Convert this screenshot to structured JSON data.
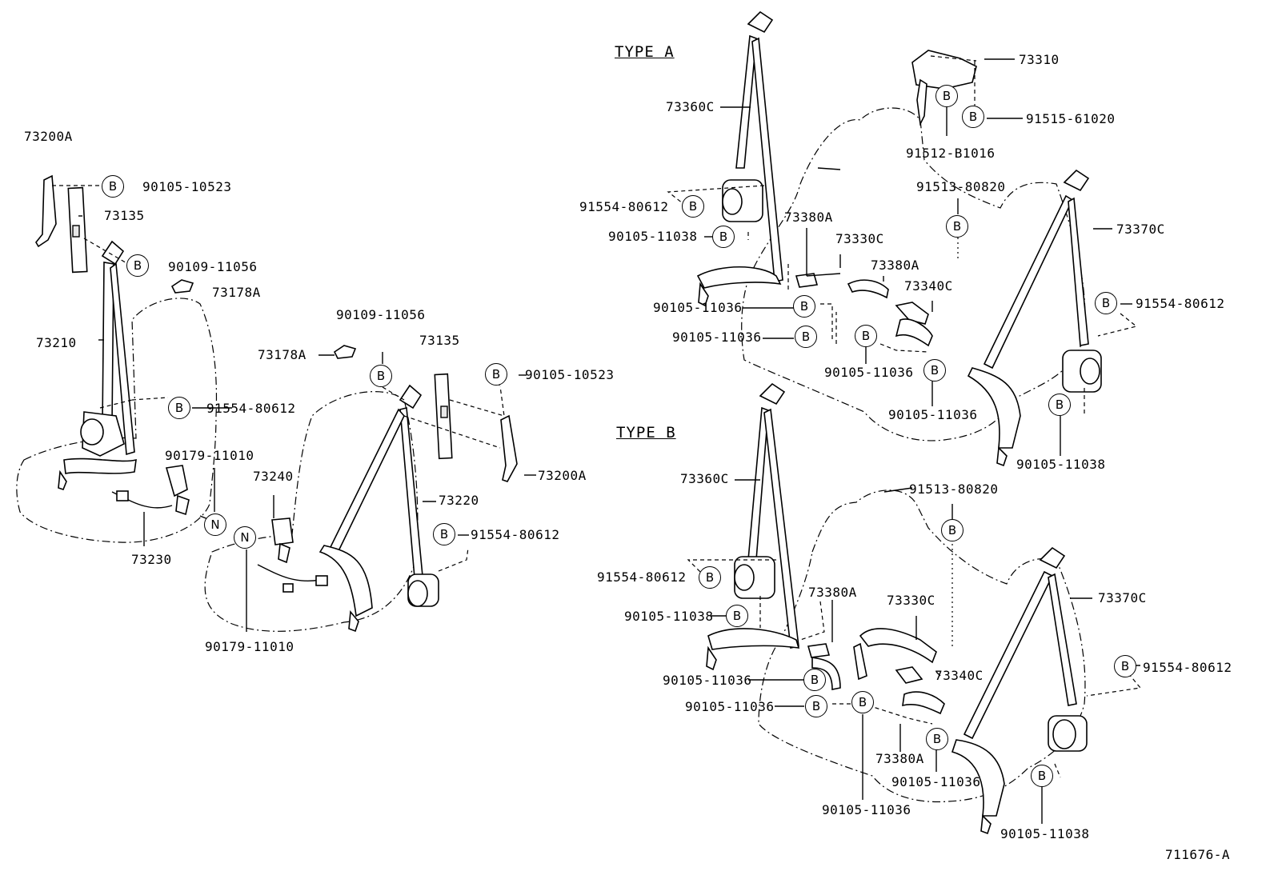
{
  "diagram": {
    "headers": {
      "type_a": "TYPE A",
      "type_b": "TYPE B"
    },
    "figure_number": "711676-A",
    "callout_letters": {
      "b": "B",
      "n": "N"
    },
    "front_left_seat": {
      "p73200a": "73200A",
      "p90105_10523": "90105-10523",
      "p73135": "73135",
      "p90109_11056": "90109-11056",
      "p73178a": "73178A",
      "p73210": "73210",
      "p91554_80612": "91554-80612",
      "p90179_11010": "90179-11010",
      "p73230": "73230"
    },
    "front_right_seat": {
      "p90109_11056": "90109-11056",
      "p73178a": "73178A",
      "p73135": "73135",
      "p90105_10523": "90105-10523",
      "p73240": "73240",
      "p73200a": "73200A",
      "p73220": "73220",
      "p91554_80612": "91554-80612",
      "p90179_11010": "90179-11010"
    },
    "type_a": {
      "p73310": "73310",
      "p73360c": "73360C",
      "p91515_61020": "91515-61020",
      "p91512_b1016": "91512-B1016",
      "p91513_80820": "91513-80820",
      "p91554_80612_left": "91554-80612",
      "p73380a_1": "73380A",
      "p73370c": "73370C",
      "p90105_11038_left": "90105-11038",
      "p73330c": "73330C",
      "p73380a_2": "73380A",
      "p73340c": "73340C",
      "p91554_80612_right": "91554-80612",
      "p90105_11036_1": "90105-11036",
      "p90105_11036_2": "90105-11036",
      "p90105_11036_3": "90105-11036",
      "p90105_11036_4": "90105-11036",
      "p90105_11038_right": "90105-11038"
    },
    "type_b": {
      "p73360c": "73360C",
      "p91513_80820": "91513-80820",
      "p91554_80612_left": "91554-80612",
      "p73380a_1": "73380A",
      "p73330c": "73330C",
      "p73370c": "73370C",
      "p90105_11038_left": "90105-11038",
      "p90105_11036_1": "90105-11036",
      "p73340c": "73340C",
      "p91554_80612_right": "91554-80612",
      "p90105_11036_2": "90105-11036",
      "p73380a_2": "73380A",
      "p90105_11036_3": "90105-11036",
      "p90105_11036_4": "90105-11036",
      "p90105_11038_right": "90105-11038"
    }
  }
}
